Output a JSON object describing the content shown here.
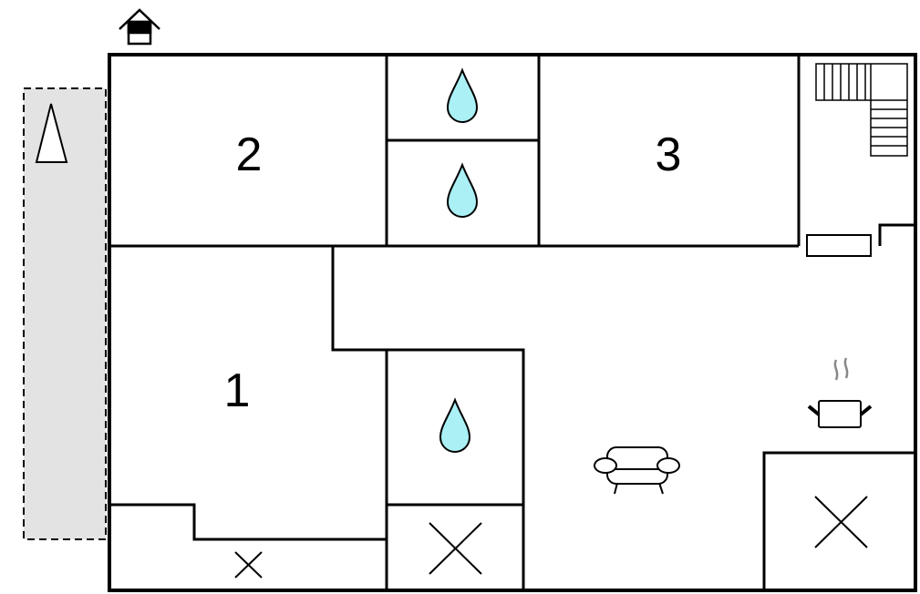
{
  "plan": {
    "rooms": [
      {
        "id": "room-1",
        "label": "1"
      },
      {
        "id": "room-2",
        "label": "2"
      },
      {
        "id": "room-3",
        "label": "3"
      }
    ],
    "icons": [
      "entrance-icon",
      "north-arrow-icon",
      "water-drop-icon",
      "stairs-icon",
      "radiator-icon",
      "cooking-pot-icon",
      "sofa-icon",
      "cross-icon"
    ],
    "colors": {
      "water": "#aaf0f5",
      "terrace": "#e3e3e3",
      "wall": "#000000"
    }
  }
}
